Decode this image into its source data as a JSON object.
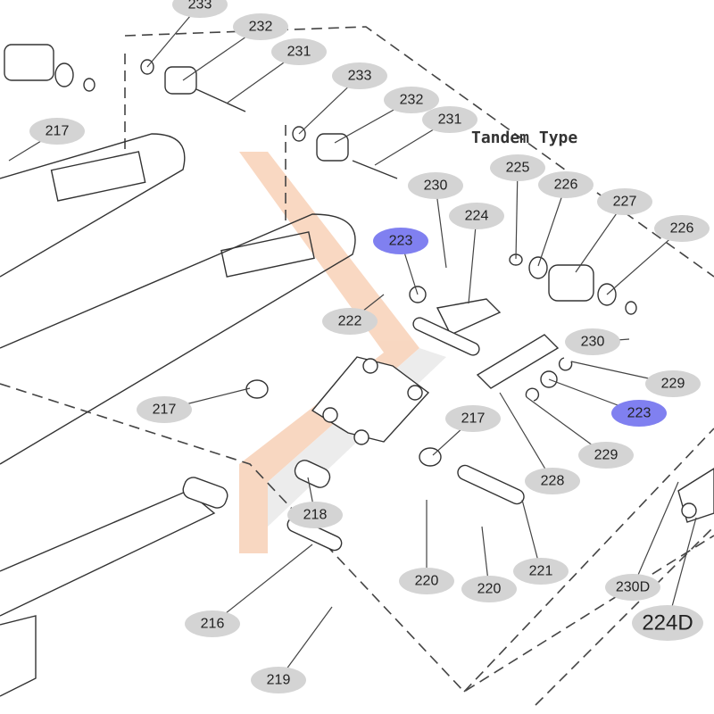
{
  "diagram": {
    "section_title": "Tandem Type",
    "colors": {
      "callout": "#d4d4d4",
      "highlight": "#8080f0",
      "watermark": "#f4b890"
    },
    "callouts": [
      {
        "label": "233",
        "highlight": false
      },
      {
        "label": "232",
        "highlight": false
      },
      {
        "label": "231",
        "highlight": false
      },
      {
        "label": "217",
        "highlight": false
      },
      {
        "label": "233",
        "highlight": false
      },
      {
        "label": "232",
        "highlight": false
      },
      {
        "label": "231",
        "highlight": false
      },
      {
        "label": "225",
        "highlight": false
      },
      {
        "label": "226",
        "highlight": false
      },
      {
        "label": "230",
        "highlight": false
      },
      {
        "label": "224",
        "highlight": false
      },
      {
        "label": "227",
        "highlight": false
      },
      {
        "label": "226",
        "highlight": false
      },
      {
        "label": "223",
        "highlight": true
      },
      {
        "label": "222",
        "highlight": false
      },
      {
        "label": "230",
        "highlight": false
      },
      {
        "label": "229",
        "highlight": false
      },
      {
        "label": "223",
        "highlight": true
      },
      {
        "label": "217",
        "highlight": false
      },
      {
        "label": "217",
        "highlight": false
      },
      {
        "label": "229",
        "highlight": false
      },
      {
        "label": "228",
        "highlight": false
      },
      {
        "label": "218",
        "highlight": false
      },
      {
        "label": "221",
        "highlight": false
      },
      {
        "label": "220",
        "highlight": false
      },
      {
        "label": "220",
        "highlight": false
      },
      {
        "label": "230D",
        "highlight": false
      },
      {
        "label": "224D",
        "highlight": false
      },
      {
        "label": "216",
        "highlight": false
      },
      {
        "label": "219",
        "highlight": false
      }
    ]
  }
}
